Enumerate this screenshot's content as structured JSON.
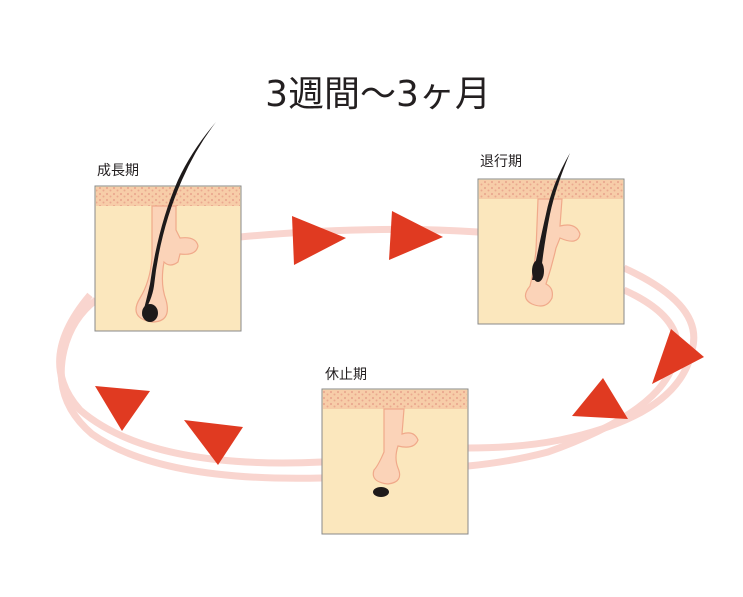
{
  "title": "3週間～3ヶ月",
  "stages": {
    "growth": {
      "label": "成長期"
    },
    "regression": {
      "label": "退行期"
    },
    "resting": {
      "label": "休止期"
    }
  },
  "colors": {
    "arrow": "#e03a21",
    "ring": "#f9d5cf",
    "skin_base": "#fbe7bd",
    "skin_top": "#f7cda8",
    "skin_dots": "#eaa98f",
    "follicle": "#fbd3b8",
    "follicle_stroke": "#f0a98a",
    "hair": "#1e1a1a",
    "frame": "#8a8a8a",
    "text": "#231f20"
  },
  "icons": {
    "cycle_arrows": "triangle-arrow-icon",
    "skin_tile": "skin-cross-section-icon"
  }
}
